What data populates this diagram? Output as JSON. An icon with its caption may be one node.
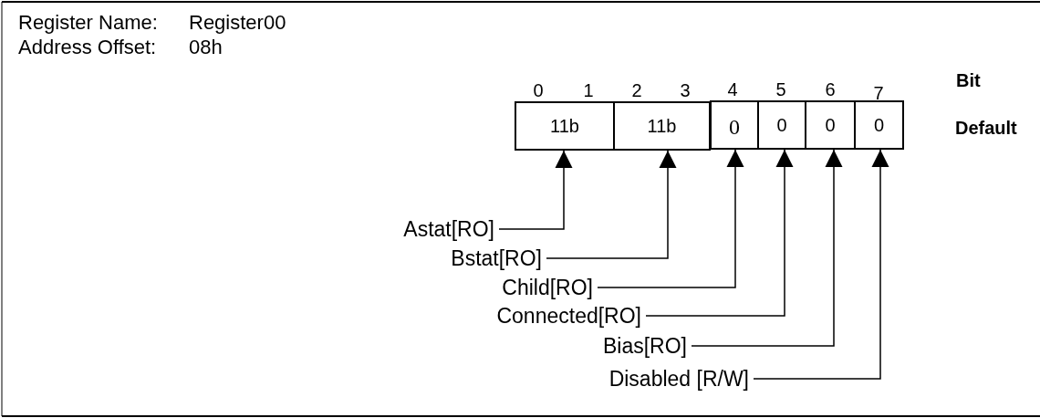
{
  "diagram": {
    "nodes": [
      {
        "text": [
          "11b"
        ]
      },
      {
        "text": [
          "11b"
        ]
      },
      {
        "text": [
          "0"
        ]
      },
      {
        "text": [
          "0"
        ]
      },
      {
        "text": [
          "0"
        ]
      },
      {
        "text": [
          "0"
        ]
      },
      {
        "text": [
          "Astat[RO]"
        ]
      },
      {
        "text": [
          "Bstat[RO]"
        ]
      },
      {
        "text": [
          "Child[RO]"
        ]
      },
      {
        "text": [
          "Connected[RO]"
        ]
      },
      {
        "text": [
          "Bias[RO]"
        ]
      },
      {
        "text": [
          "Disabled [R/W]"
        ]
      }
    ],
    "edges": [
      {
        "from": 6,
        "to": 0,
        "arrow": "to"
      },
      {
        "from": 7,
        "to": 1,
        "arrow": "to"
      },
      {
        "from": 8,
        "to": 2,
        "arrow": "to"
      },
      {
        "from": 9,
        "to": 3,
        "arrow": "to"
      },
      {
        "from": 10,
        "to": 4,
        "arrow": "to"
      },
      {
        "from": 11,
        "to": 5,
        "arrow": "to"
      }
    ],
    "labels": [
      "Register Name:",
      "Register00",
      "Address Offset:",
      "08h",
      "Bit",
      "0",
      "1",
      "2",
      "3",
      "4",
      "5",
      "6",
      "7",
      "Default"
    ]
  }
}
